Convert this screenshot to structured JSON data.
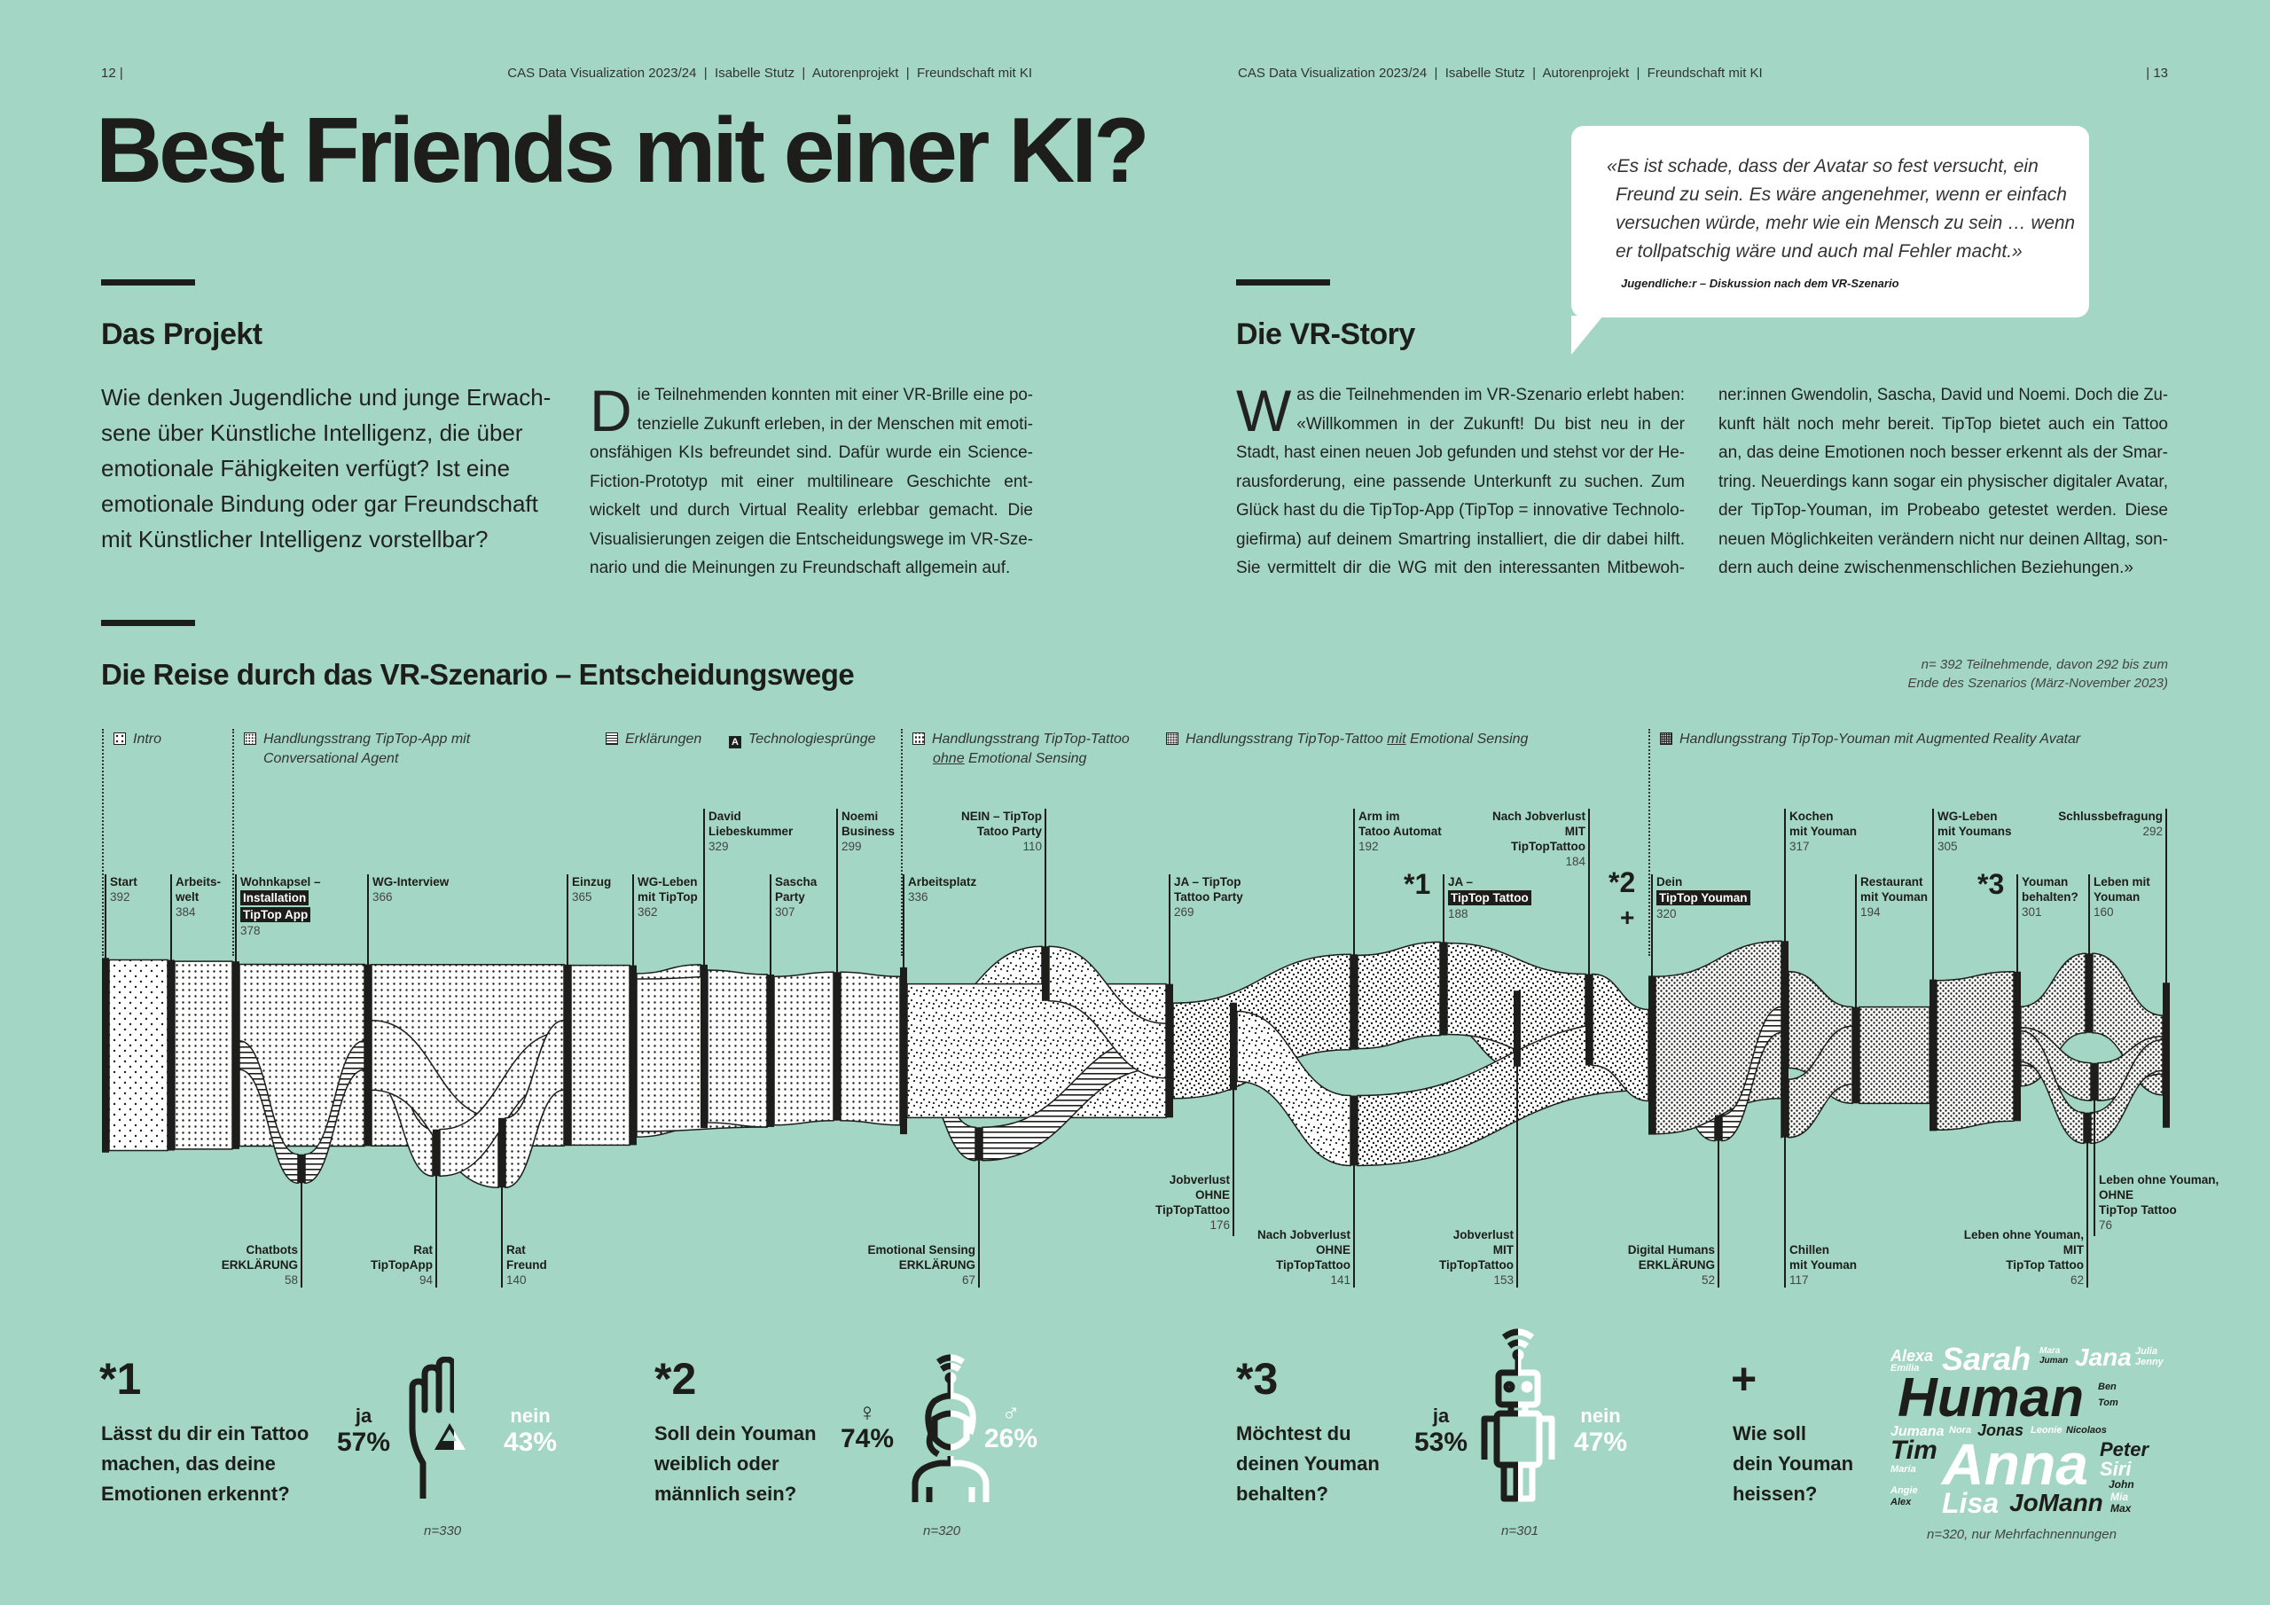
{
  "header": {
    "left_page": "12 |",
    "left_meta": "CAS Data Visualization 2023/24  |  Isabelle Stutz  |  Autorenprojekt  |  Freundschaft mit KI",
    "right_meta": "CAS Data Visualization 2023/24  |  Isabelle Stutz  |  Autorenprojekt  |  Freundschaft mit KI",
    "right_page": "| 13"
  },
  "title": "Best Friends mit einer  KI?",
  "projekt": {
    "heading": "Das Projekt",
    "lead_lines": [
      "Wie denken Jugendliche und junge Erwach-",
      "sene über Künstliche Intelligenz, die über",
      "emotionale Fähigkeiten verfügt? Ist eine",
      "emotionale Bindung oder gar Freundschaft",
      "mit Künstlicher Intelligenz vorstellbar?"
    ],
    "dropcap": "D",
    "body_lines": [
      "ie Teilnehmenden konnten mit einer VR-Brille eine po-",
      "tenzielle Zukunft erleben, in der Menschen mit emoti-",
      "onsfähigen KIs befreundet sind. Dafür wurde ein Science-",
      "Fiction-Prototyp mit einer multilineare Geschichte ent-",
      "wickelt und durch Virtual Reality erlebbar gemacht. Die",
      "Visualisierungen zeigen die Entscheidungswege im VR-Sze-",
      "nario und die Meinungen zu Freundschaft allgemein auf."
    ]
  },
  "vrstory": {
    "heading": "Die VR-Story",
    "dropcap": "W",
    "col1_lines": [
      "as die Teilnehmenden im VR-Szenario erlebt haben:",
      "«Willkommen in der Zukunft! Du bist neu in der",
      "Stadt, hast einen neuen Job gefunden und stehst vor der He-",
      "rausforderung, eine passende Unterkunft zu suchen. Zum",
      "Glück hast du die TipTop-App (TipTop = innovative Technolo-",
      "giefirma) auf deinem Smartring installiert, die dir dabei hilft.",
      "Sie vermittelt dir die WG mit den interessanten Mitbewoh-"
    ],
    "col2_lines": [
      "ner:innen Gwendolin, Sascha, David und Noemi. Doch die Zu-",
      "kunft hält noch mehr bereit. TipTop bietet auch ein Tattoo",
      "an, das deine Emotionen noch besser erkennt als der Smar-",
      "tring. Neuerdings kann sogar ein physischer digitaler Avatar,",
      "der TipTop-Youman, im Probeabo getestet werden. Diese",
      "neuen Möglichkeiten verändern nicht nur deinen Alltag, son-",
      "dern auch deine zwischenmenschlichen Beziehungen.»"
    ]
  },
  "quote": {
    "lines": [
      "«Es ist schade, dass der Avatar so fest versucht, ein",
      "Freund zu sein. Es wäre angenehmer, wenn er einfach",
      "versuchen würde, mehr wie ein Mensch zu sein … wenn",
      "er tollpatschig wäre und auch mal Fehler macht.»"
    ],
    "source": "Jugendliche:r – Diskussion nach dem VR-Szenario"
  },
  "chart_data": {
    "type": "sankey",
    "title": "Die Reise durch das VR-Szenario – Entscheidungswege",
    "note_lines": [
      "n= 392 Teilnehmende, davon 292 bis zum",
      "Ende des Szenarios (März-November 2023)"
    ],
    "legend": [
      {
        "label": "Intro",
        "pattern": "sparse-dots"
      },
      {
        "label": "Handlungsstrang TipTop-App mit Conversational Agent",
        "pattern": "grid-dots"
      },
      {
        "label": "Erklärungen",
        "pattern": "hatch"
      },
      {
        "label": "Technologiesprünge",
        "pattern": "black-label",
        "icon_text": "A"
      },
      {
        "label": "Handlungsstrang TipTop-Tattoo",
        "label2_underlined": "ohne",
        "label2_rest": " Emotional Sensing",
        "pattern": "random-dots"
      },
      {
        "label_pre": "Handlungsstrang TipTop-Tattoo ",
        "label_underlined": "mit",
        "label_post": " Emotional Sensing",
        "pattern": "dense-dots"
      },
      {
        "label": "Handlungsstrang TipTop-Youman mit Augmented Reality Avatar",
        "pattern": "very-dense-dots"
      }
    ],
    "markers": {
      "m1": "*1",
      "m2": "*2",
      "plus": "+",
      "m3": "*3"
    },
    "nodes": [
      {
        "lines": [
          "Start"
        ],
        "count": 392
      },
      {
        "lines": [
          "Arbeits-",
          "welt"
        ],
        "count": 384
      },
      {
        "lines": [
          "Wohnkapsel –"
        ],
        "highlight": [
          "Installation",
          "TipTop App"
        ],
        "count": 378
      },
      {
        "lines": [
          "Chatbots",
          "ERKLÄRUNG"
        ],
        "count": 58
      },
      {
        "lines": [
          "WG-Interview"
        ],
        "count": 366
      },
      {
        "lines": [
          "Rat",
          "TipTopApp"
        ],
        "count": 94
      },
      {
        "lines": [
          "Rat",
          "Freund"
        ],
        "count": 140
      },
      {
        "lines": [
          "Einzug"
        ],
        "count": 365
      },
      {
        "lines": [
          "WG-Leben",
          "mit TipTop"
        ],
        "count": 362
      },
      {
        "lines": [
          "David",
          "Liebeskummer"
        ],
        "count": 329
      },
      {
        "lines": [
          "Sascha",
          "Party"
        ],
        "count": 307
      },
      {
        "lines": [
          "Noemi",
          "Business"
        ],
        "count": 299
      },
      {
        "lines": [
          "Arbeitsplatz"
        ],
        "count": 336
      },
      {
        "lines": [
          "Emotional Sensing",
          "ERKLÄRUNG"
        ],
        "count": 67
      },
      {
        "lines": [
          "NEIN – TipTop",
          "Tatoo Party"
        ],
        "count": 110
      },
      {
        "lines": [
          "JA – TipTop",
          "Tattoo Party"
        ],
        "count": 269
      },
      {
        "lines": [
          "Jobverlust",
          "OHNE",
          "TipTopTattoo"
        ],
        "count": 176
      },
      {
        "lines": [
          "Arm im",
          "Tatoo Automat"
        ],
        "count": 192
      },
      {
        "lines": [
          "Nach Jobverlust",
          "OHNE",
          "TipTopTattoo"
        ],
        "count": 141
      },
      {
        "lines": [
          "JA –"
        ],
        "highlight": [
          "TipTop Tattoo"
        ],
        "count": 188
      },
      {
        "lines": [
          "Jobverlust",
          "MIT",
          "TipTopTattoo"
        ],
        "count": 153
      },
      {
        "lines": [
          "Nach Jobverlust",
          "MIT",
          "TipTopTattoo"
        ],
        "count": 184
      },
      {
        "lines": [
          "Dein"
        ],
        "highlight": [
          "TipTop Youman"
        ],
        "count": 320
      },
      {
        "lines": [
          "Digital Humans",
          "ERKLÄRUNG"
        ],
        "count": 52
      },
      {
        "lines": [
          "Kochen",
          "mit Youman"
        ],
        "count": 317
      },
      {
        "lines": [
          "Chillen",
          "mit Youman"
        ],
        "count": 117
      },
      {
        "lines": [
          "Restaurant",
          "mit Youman"
        ],
        "count": 194
      },
      {
        "lines": [
          "WG-Leben",
          "mit Youmans"
        ],
        "count": 305
      },
      {
        "lines": [
          "Youman",
          "behalten?"
        ],
        "count": 301
      },
      {
        "lines": [
          "Leben mit",
          "Youman"
        ],
        "count": 160
      },
      {
        "lines": [
          "Leben ohne Youman,",
          "OHNE",
          "TipTop Tattoo"
        ],
        "count": 76
      },
      {
        "lines": [
          "Leben ohne Youman,",
          "MIT",
          "TipTop Tattoo"
        ],
        "count": 62
      },
      {
        "lines": [
          "Schlussbefragung"
        ],
        "count": 292
      }
    ]
  },
  "survey": [
    {
      "marker": "*1",
      "question_lines": [
        "Lässt du dir ein Tattoo",
        "machen, das deine",
        "Emotionen erkennt?"
      ],
      "left_label": "ja",
      "left_pct": "57%",
      "right_label": "nein",
      "right_pct": "43%",
      "left_value": 57,
      "right_value": 43,
      "n": "n=330",
      "icon": "hand-tattoo-icon"
    },
    {
      "marker": "*2",
      "question_lines": [
        "Soll dein Youman",
        "weiblich oder",
        "männlich sein?"
      ],
      "left_label": "♀",
      "left_pct": "74%",
      "right_label": "♂",
      "right_pct": "26%",
      "left_value": 74,
      "right_value": 26,
      "n": "n=320",
      "icon": "avatar-person-icon"
    },
    {
      "marker": "*3",
      "question_lines": [
        "Möchtest du",
        "deinen Youman",
        "behalten?"
      ],
      "left_label": "ja",
      "left_pct": "53%",
      "right_label": "nein",
      "right_pct": "47%",
      "left_value": 53,
      "right_value": 47,
      "n": "n=301",
      "icon": "robot-icon"
    },
    {
      "marker": "+",
      "question_lines": [
        "Wie soll",
        "dein Youman",
        "heissen?"
      ],
      "n": "n=320, nur Mehrfachnennungen"
    }
  ],
  "wordcloud": [
    {
      "word": "Alexa",
      "color": "#ffffff"
    },
    {
      "word": "Emilia",
      "color": "#ffffff"
    },
    {
      "word": "Sarah",
      "color": "#ffffff"
    },
    {
      "word": "Mara",
      "color": "#ffffff"
    },
    {
      "word": "Juman",
      "color": "#1d1d1b"
    },
    {
      "word": "Jana",
      "color": "#ffffff"
    },
    {
      "word": "Julia",
      "color": "#ffffff"
    },
    {
      "word": "Human",
      "color": "#1d1d1b"
    },
    {
      "word": "Jenny",
      "color": "#ffffff"
    },
    {
      "word": "Jumana",
      "color": "#ffffff"
    },
    {
      "word": "Nora",
      "color": "#ffffff"
    },
    {
      "word": "Jonas",
      "color": "#1d1d1b"
    },
    {
      "word": "Leonie",
      "color": "#ffffff"
    },
    {
      "word": "Nicolaos",
      "color": "#1d1d1b"
    },
    {
      "word": "Ben",
      "color": "#1d1d1b"
    },
    {
      "word": "Tom",
      "color": "#1d1d1b"
    },
    {
      "word": "Anna",
      "color": "#ffffff"
    },
    {
      "word": "Peter",
      "color": "#1d1d1b"
    },
    {
      "word": "Siri",
      "color": "#ffffff"
    },
    {
      "word": "John",
      "color": "#1d1d1b"
    },
    {
      "word": "Maria",
      "color": "#ffffff"
    },
    {
      "word": "Tim",
      "color": "#1d1d1b"
    },
    {
      "word": "Angie",
      "color": "#ffffff"
    },
    {
      "word": "Alex",
      "color": "#1d1d1b"
    },
    {
      "word": "Max",
      "color": "#1d1d1b"
    },
    {
      "word": "Mia",
      "color": "#ffffff"
    },
    {
      "word": "Lisa",
      "color": "#ffffff"
    },
    {
      "word": "JoMann",
      "color": "#1d1d1b"
    }
  ]
}
